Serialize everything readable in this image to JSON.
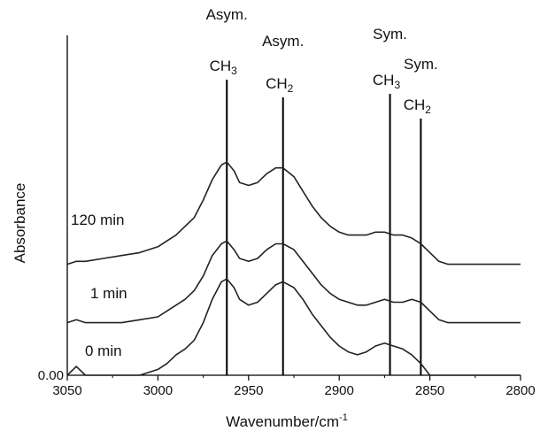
{
  "chart_data": {
    "type": "line",
    "xlabel": "Wavenumber/cm",
    "xlabel_superscript": "-1",
    "ylabel": "Absorbance",
    "xlim": [
      3050,
      2800
    ],
    "x_reversed": true,
    "x_ticks": [
      3050,
      3000,
      2950,
      2900,
      2850,
      2800
    ],
    "y_tick_label": "0.00",
    "ylim": [
      0,
      1.0
    ],
    "grid": false,
    "series": [
      {
        "name": "0 min",
        "x": [
          3050,
          3045,
          3040,
          3030,
          3020,
          3010,
          3000,
          2995,
          2990,
          2985,
          2980,
          2975,
          2970,
          2965,
          2962,
          2958,
          2955,
          2950,
          2945,
          2940,
          2935,
          2931,
          2925,
          2920,
          2915,
          2910,
          2905,
          2900,
          2895,
          2890,
          2885,
          2880,
          2875,
          2870,
          2865,
          2860,
          2855,
          2850,
          2845,
          2840,
          2830,
          2820,
          2810,
          2800
        ],
        "y": [
          0.0,
          0.03,
          0.0,
          0.0,
          0.0,
          0.0,
          0.02,
          0.04,
          0.07,
          0.09,
          0.12,
          0.18,
          0.26,
          0.32,
          0.33,
          0.3,
          0.26,
          0.24,
          0.25,
          0.28,
          0.31,
          0.32,
          0.3,
          0.26,
          0.21,
          0.17,
          0.13,
          0.1,
          0.08,
          0.07,
          0.08,
          0.1,
          0.11,
          0.1,
          0.09,
          0.07,
          0.04,
          0.0,
          0.0,
          0.0,
          0.0,
          0.0,
          0.0,
          0.0
        ]
      },
      {
        "name": "1 min",
        "x": [
          3050,
          3045,
          3040,
          3030,
          3020,
          3010,
          3000,
          2995,
          2990,
          2985,
          2980,
          2975,
          2970,
          2965,
          2962,
          2958,
          2955,
          2950,
          2945,
          2940,
          2935,
          2931,
          2925,
          2920,
          2915,
          2910,
          2905,
          2900,
          2895,
          2890,
          2885,
          2880,
          2875,
          2870,
          2865,
          2860,
          2855,
          2850,
          2845,
          2840,
          2830,
          2820,
          2810,
          2800
        ],
        "y": [
          0.18,
          0.19,
          0.18,
          0.18,
          0.18,
          0.19,
          0.2,
          0.22,
          0.24,
          0.26,
          0.29,
          0.34,
          0.41,
          0.45,
          0.46,
          0.43,
          0.4,
          0.39,
          0.4,
          0.43,
          0.45,
          0.45,
          0.43,
          0.39,
          0.35,
          0.31,
          0.28,
          0.26,
          0.25,
          0.24,
          0.24,
          0.25,
          0.26,
          0.25,
          0.25,
          0.26,
          0.25,
          0.22,
          0.19,
          0.18,
          0.18,
          0.18,
          0.18,
          0.18
        ]
      },
      {
        "name": "120 min",
        "x": [
          3050,
          3045,
          3040,
          3030,
          3020,
          3010,
          3000,
          2995,
          2990,
          2985,
          2980,
          2975,
          2970,
          2965,
          2962,
          2958,
          2955,
          2950,
          2945,
          2940,
          2935,
          2931,
          2925,
          2920,
          2915,
          2910,
          2905,
          2900,
          2895,
          2890,
          2885,
          2880,
          2875,
          2870,
          2865,
          2860,
          2855,
          2850,
          2845,
          2840,
          2830,
          2820,
          2810,
          2800
        ],
        "y": [
          0.38,
          0.39,
          0.39,
          0.4,
          0.41,
          0.42,
          0.44,
          0.46,
          0.48,
          0.51,
          0.54,
          0.6,
          0.67,
          0.72,
          0.73,
          0.7,
          0.66,
          0.65,
          0.66,
          0.69,
          0.71,
          0.71,
          0.68,
          0.63,
          0.58,
          0.54,
          0.51,
          0.49,
          0.48,
          0.48,
          0.48,
          0.49,
          0.49,
          0.48,
          0.48,
          0.47,
          0.45,
          0.42,
          0.39,
          0.38,
          0.38,
          0.38,
          0.38,
          0.38
        ]
      }
    ],
    "vertical_lines": [
      {
        "x": 2962,
        "label": "Asym.",
        "group": "CH",
        "subscript": "3"
      },
      {
        "x": 2931,
        "label": "Asym.",
        "group": "CH",
        "subscript": "2"
      },
      {
        "x": 2872,
        "label": "Sym.",
        "group": "CH",
        "subscript": "3"
      },
      {
        "x": 2855,
        "label": "Sym.",
        "group": "CH",
        "subscript": "2"
      }
    ]
  }
}
